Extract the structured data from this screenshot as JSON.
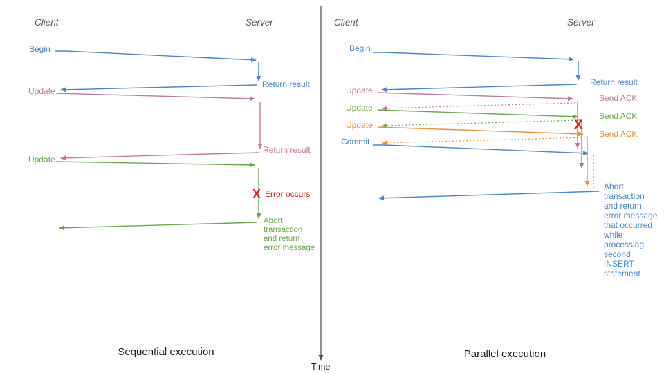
{
  "diagram": {
    "time_axis_label": "Time",
    "colors": {
      "blue": "#4a85cd",
      "pink": "#c27ba0",
      "green": "#6aa84f",
      "orange": "#e69138",
      "red": "#e81b1b",
      "axis_gray": "#4d4d4d"
    },
    "left": {
      "caption": "Sequential execution",
      "client_header": "Client",
      "server_header": "Server",
      "begin_label": "Begin",
      "return_result_1": "Return result",
      "update_1": "Update",
      "return_result_2": "Return result",
      "update_2": "Update",
      "error_x": "X",
      "error_label": "Error occurs",
      "abort_note": "Abort\ntransaction\nand return\nerror message"
    },
    "right": {
      "caption": "Parallel execution",
      "client_header": "Client",
      "server_header": "Server",
      "begin_label": "Begin",
      "return_result": "Return result",
      "update_1": "Update",
      "send_ack_1": "Send ACK",
      "update_2": "Update",
      "send_ack_2": "Send ACK",
      "update_3": "Update",
      "send_ack_3": "Send ACK",
      "commit_label": "Commit",
      "error_x": "X",
      "abort_note": "Abort\ntransaction\nand return\nerror message\nthat occurred\nwhile\nprocessing\nsecond\nINSERT\nstatement"
    }
  }
}
